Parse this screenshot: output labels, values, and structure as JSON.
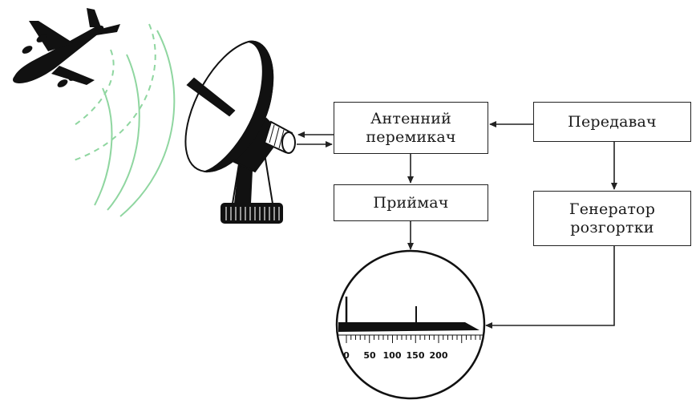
{
  "blocks": {
    "antenna_switch": {
      "line1": "Антенний",
      "line2": "перемикач"
    },
    "transmitter": {
      "label": "Передавач"
    },
    "receiver": {
      "label": "Приймач"
    },
    "sweep_generator": {
      "line1": "Генератор",
      "line2": "розгортки"
    }
  },
  "display": {
    "scale_labels": [
      "0",
      "50",
      "100",
      "150",
      "200"
    ]
  },
  "colors": {
    "waves": "#8fd6a0",
    "lines": "#222222"
  },
  "icons": [
    "airplane-icon",
    "radar-dish-icon",
    "oscilloscope-screen-icon"
  ]
}
